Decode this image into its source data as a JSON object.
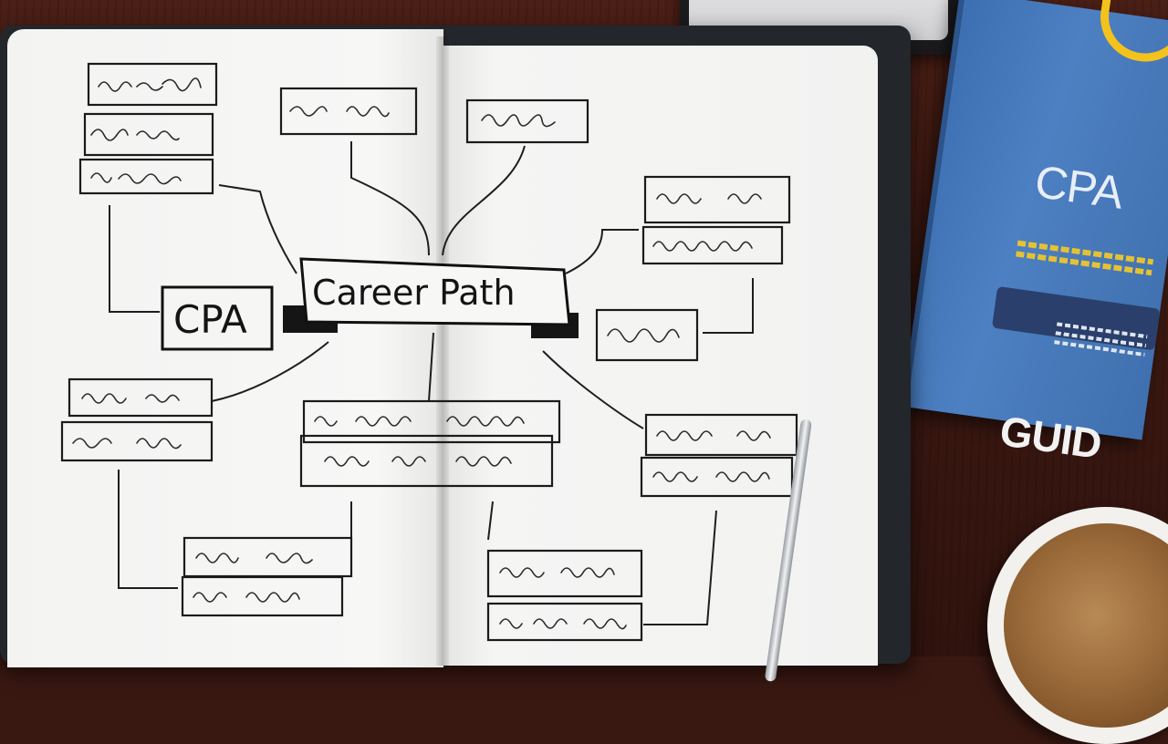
{
  "photo": {
    "center_label": "Career Path",
    "left_label": "CPA",
    "book": {
      "title_lines": [
        "CPA",
        "STU",
        "GUID"
      ]
    },
    "colors": {
      "desk": "#3a1812",
      "book_blue": "#4d80c2",
      "book_yellow": "#f4c21c",
      "ink": "#141414",
      "paper": "#f5f5f4"
    },
    "icons": [
      "notebook",
      "pen",
      "coffee-cup",
      "tablet",
      "study-guide-book"
    ]
  }
}
